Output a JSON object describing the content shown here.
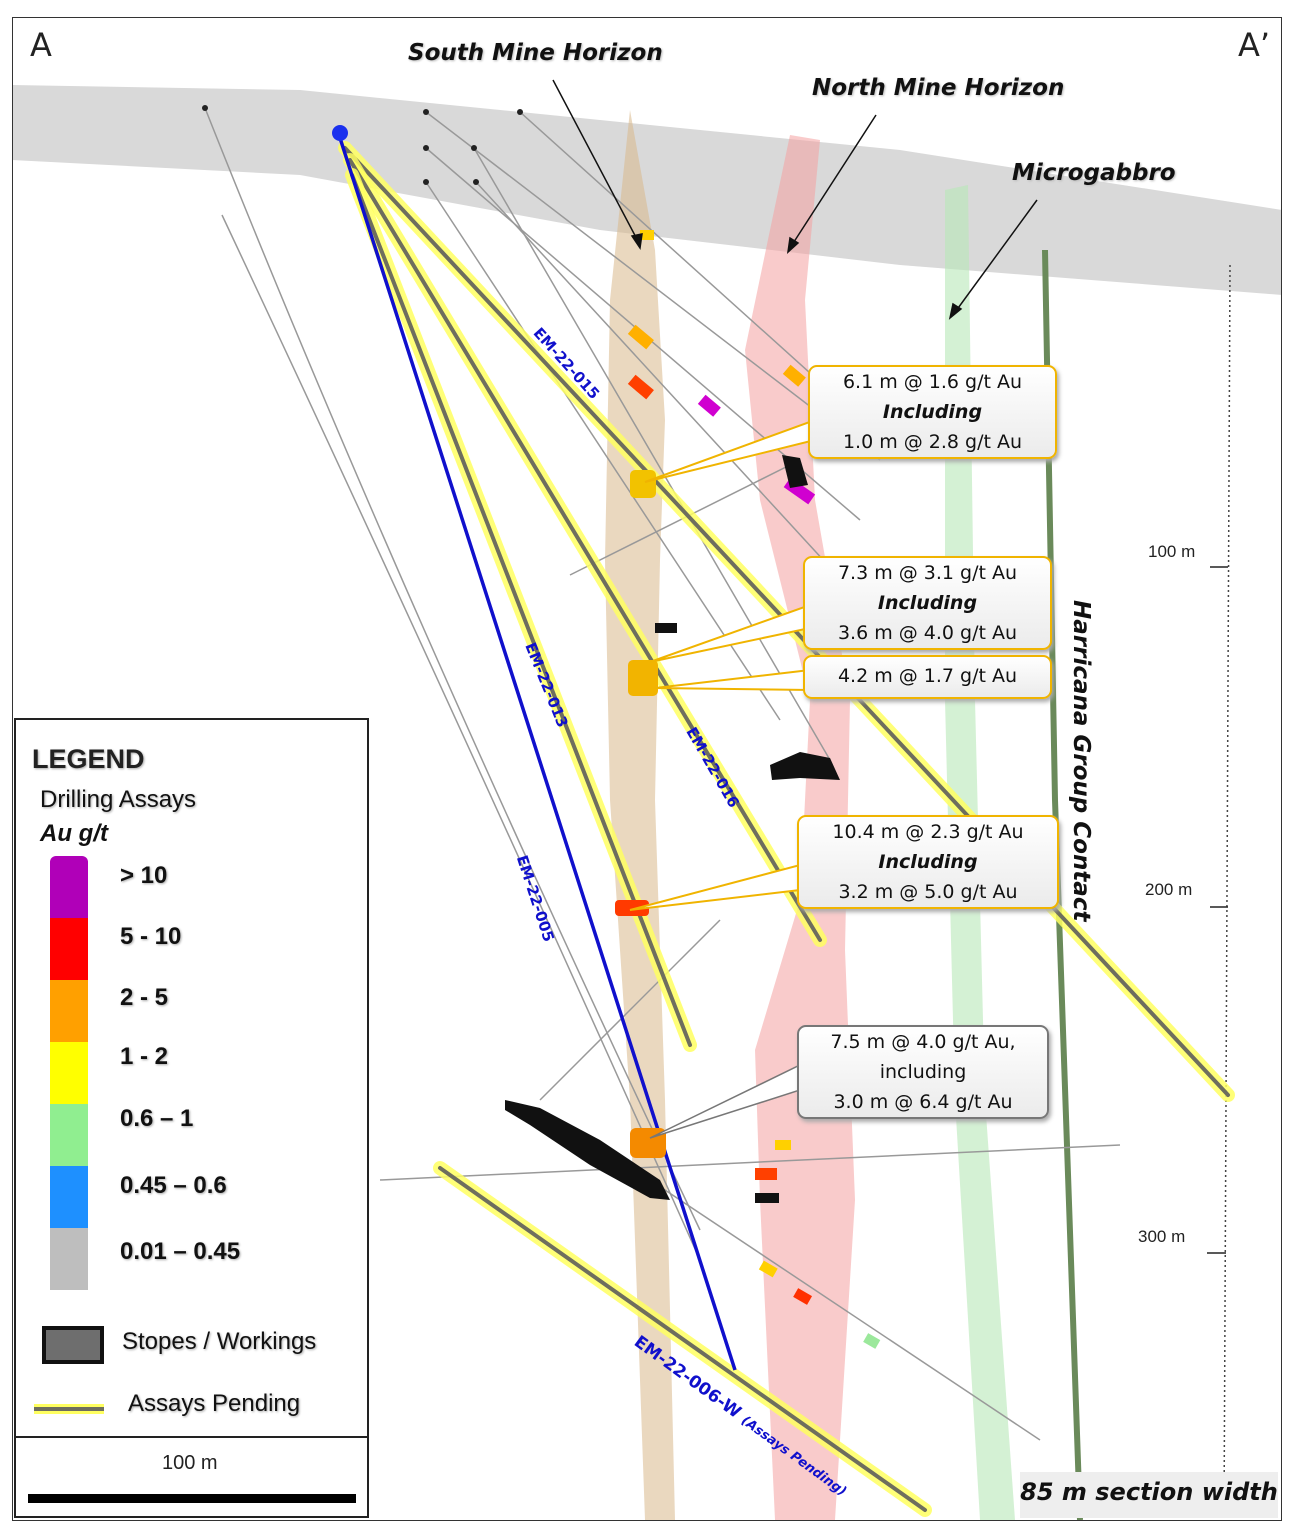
{
  "corners": {
    "left": "A",
    "right": "A’"
  },
  "horizons": {
    "south": "South Mine Horizon",
    "north": "North Mine Horizon",
    "microgabbro": "Microgabbro",
    "contact": "Harricana Group Contact"
  },
  "holes": {
    "em015": "EM-22-015",
    "em013": "EM-22-013",
    "em016": "EM-22-016",
    "em005": "EM-22-005",
    "em006w": "EM-22-006-W",
    "em006w_note": "(Assays Pending)"
  },
  "callouts": [
    {
      "line1": "6.1 m @ 1.6 g/t Au",
      "line2": "Including",
      "line3": "1.0 m @ 2.8 g/t Au"
    },
    {
      "line1": "7.3 m @ 3.1 g/t Au",
      "line2": "Including",
      "line3": "3.6 m @ 4.0 g/t Au"
    },
    {
      "line1": "4.2 m @ 1.7 g/t Au"
    },
    {
      "line1": "10.4 m @ 2.3 g/t Au",
      "line2": "Including",
      "line3": "3.2 m @ 5.0 g/t Au"
    },
    {
      "line1": "7.5 m @ 4.0 g/t Au,",
      "line2": "including",
      "line3": "3.0 m @ 6.4 g/t Au"
    }
  ],
  "depth_scale": [
    "100 m",
    "200 m",
    "300 m"
  ],
  "legend": {
    "title": "LEGEND",
    "subtitle": "Drilling Assays",
    "unit": "Au g/t",
    "ranges": [
      {
        "label": "> 10",
        "color": "#b000b8"
      },
      {
        "label": "5 - 10",
        "color": "#ff0000"
      },
      {
        "label": "2 - 5",
        "color": "#ffa000"
      },
      {
        "label": "1 - 2",
        "color": "#ffff00"
      },
      {
        "label": "0.6 – 1",
        "color": "#90ee90"
      },
      {
        "label": "0.45 – 0.6",
        "color": "#1e90ff"
      },
      {
        "label": "0.01 – 0.45",
        "color": "#bebebe"
      }
    ],
    "stopes": "Stopes / Workings",
    "pending": "Assays Pending",
    "scale_bar": "100 m"
  },
  "section_width": "85 m section width"
}
